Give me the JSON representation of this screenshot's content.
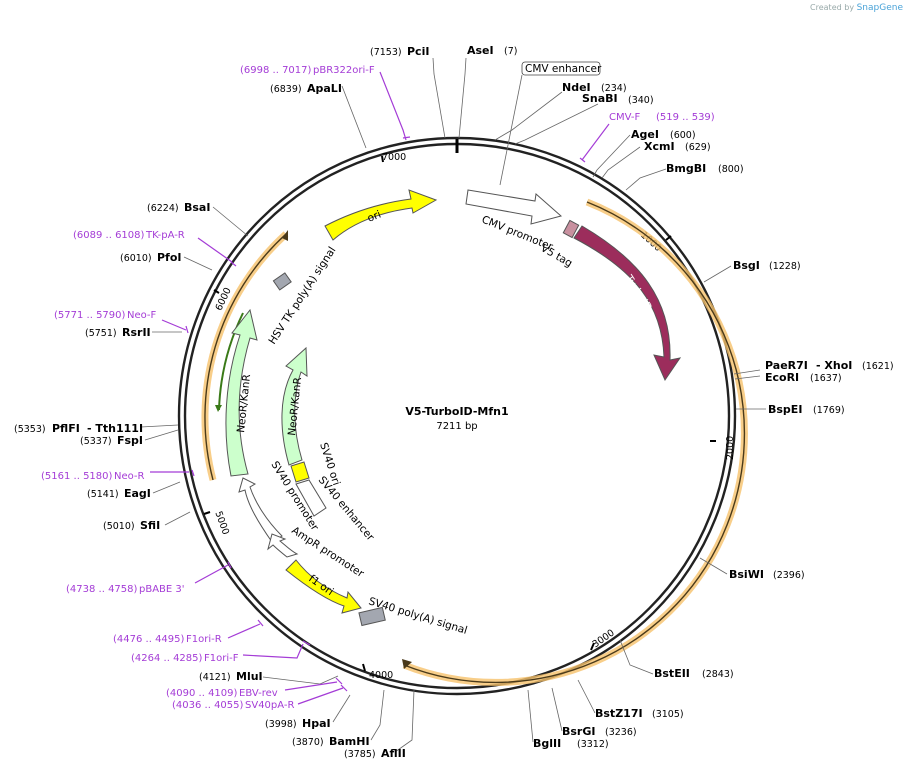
{
  "credit": {
    "prefix": "Created by",
    "brand": "SnapGene"
  },
  "plasmid": {
    "name": "V5-TurboID-Mfn1",
    "length_label": "7211 bp",
    "length": 7211
  },
  "colors": {
    "backbone": "#222222",
    "primer": "#a43cd6",
    "orf_highlight": "#f6c26b",
    "turboid": "#9c2d5c",
    "ori": "#ffff00",
    "resistance": "#ccffcc",
    "polyA": "#a3a7b0",
    "promoter": "#ffffff"
  },
  "ticks": [
    "1000",
    "2000",
    "3000",
    "4000",
    "5000",
    "6000",
    "7000"
  ],
  "enzymes": [
    {
      "name": "PciI",
      "pos": "(7153)"
    },
    {
      "name": "AseI",
      "pos": "(7)"
    },
    {
      "name": "NdeI",
      "pos": "(234)"
    },
    {
      "name": "SnaBI",
      "pos": "(340)"
    },
    {
      "name": "AgeI",
      "pos": "(600)"
    },
    {
      "name": "XcmI",
      "pos": "(629)"
    },
    {
      "name": "BmgBI",
      "pos": "(800)"
    },
    {
      "name": "BsgI",
      "pos": "(1228)"
    },
    {
      "name": "PaeR7I",
      "pos": "(1621)"
    },
    {
      "name": "- XhoI",
      "pos": ""
    },
    {
      "name": "EcoRI",
      "pos": "(1637)"
    },
    {
      "name": "BspEI",
      "pos": "(1769)"
    },
    {
      "name": "BsiWI",
      "pos": "(2396)"
    },
    {
      "name": "BstEII",
      "pos": "(2843)"
    },
    {
      "name": "BstZ17I",
      "pos": "(3105)"
    },
    {
      "name": "BsrGI",
      "pos": "(3236)"
    },
    {
      "name": "BglII",
      "pos": "(3312)"
    },
    {
      "name": "AflII",
      "pos": "(3785)"
    },
    {
      "name": "BamHI",
      "pos": "(3870)"
    },
    {
      "name": "HpaI",
      "pos": "(3998)"
    },
    {
      "name": "MluI",
      "pos": "(4121)"
    },
    {
      "name": "SfiI",
      "pos": "(5010)"
    },
    {
      "name": "EagI",
      "pos": "(5141)"
    },
    {
      "name": "FspI",
      "pos": "(5337)"
    },
    {
      "name": "PflFI",
      "pos": "(5353)"
    },
    {
      "name": "- Tth111I",
      "pos": ""
    },
    {
      "name": "RsrII",
      "pos": "(5751)"
    },
    {
      "name": "PfoI",
      "pos": "(6010)"
    },
    {
      "name": "BsaI",
      "pos": "(6224)"
    },
    {
      "name": "ApaLI",
      "pos": "(6839)"
    }
  ],
  "primers": [
    {
      "name": "pBR322ori-F",
      "range": "(6998 .. 7017)"
    },
    {
      "name": "CMV-F",
      "range": "(519 .. 539)"
    },
    {
      "name": "TK-pA-R",
      "range": "(6089 .. 6108)"
    },
    {
      "name": "Neo-F",
      "range": "(5771 .. 5790)"
    },
    {
      "name": "Neo-R",
      "range": "(5161 .. 5180)"
    },
    {
      "name": "pBABE 3'",
      "range": "(4738 .. 4758)"
    },
    {
      "name": "F1ori-R",
      "range": "(4476 .. 4495)"
    },
    {
      "name": "F1ori-F",
      "range": "(4264 .. 4285)"
    },
    {
      "name": "EBV-rev",
      "range": "(4090 .. 4109)"
    },
    {
      "name": "SV40pA-R",
      "range": "(4036 .. 4055)"
    }
  ],
  "features": {
    "cmv_enhancer": "CMV enhancer",
    "cmv_promoter": "CMV promoter",
    "v5_tag": "V5 tag",
    "turboid": "TurboID",
    "ori": "ori",
    "hsv_tk_polya": "HSV TK poly(A) signal",
    "neokanr_outer": "NeoR/KanR",
    "neokanr_inner": "NeoR/KanR",
    "sv40_ori": "SV40 ori",
    "sv40_enhancer": "SV40 enhancer",
    "sv40_promoter": "SV40 promoter",
    "ampr_promoter": "AmpR promoter",
    "f1_ori": "f1 ori",
    "sv40_polya": "SV40 poly(A) signal"
  }
}
